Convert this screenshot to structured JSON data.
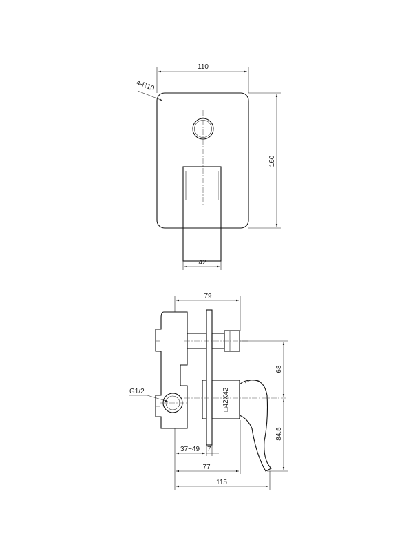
{
  "drawing": {
    "front_view": {
      "width_label": "110",
      "height_label": "160",
      "corner_label": "4-R10",
      "handle_width_label": "42"
    },
    "side_view": {
      "depth_label": "79",
      "upper_offset_label": "68",
      "lower_offset_label": "84.5",
      "thread_label": "G1/2",
      "square_label": "□42X42",
      "install_depth_label": "37~49",
      "plate_label": "7",
      "handle_reach_label": "77",
      "overall_label": "115"
    }
  }
}
